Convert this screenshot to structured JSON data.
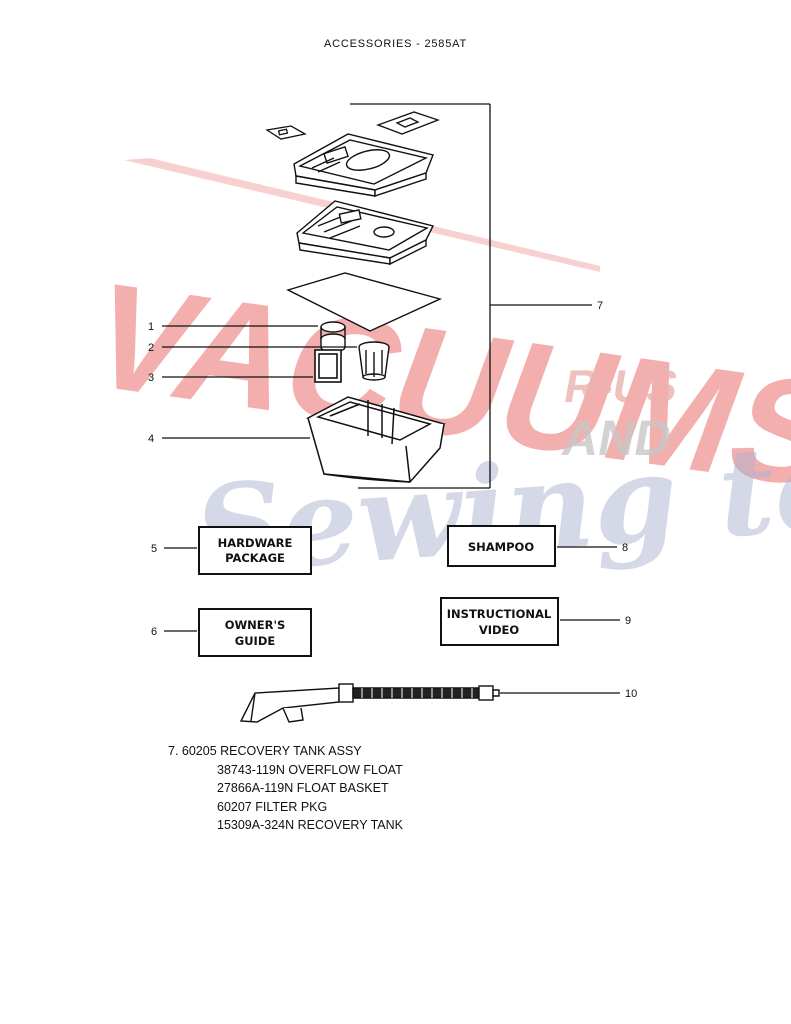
{
  "page": {
    "title": "ACCESSORIES - 2585AT"
  },
  "watermark": {
    "line1": "VACUUMS",
    "line2": "R-US",
    "line3": "AND",
    "line4": "Sewing too",
    "red": "#e4554f",
    "grey": "#b9b9b9",
    "blue": "#9ba3c8"
  },
  "callouts": [
    "1",
    "2",
    "3",
    "4",
    "5",
    "6",
    "7",
    "8",
    "9",
    "10"
  ],
  "boxes": {
    "hardware": [
      "HARDWARE",
      "PACKAGE"
    ],
    "owners_guide": [
      "OWNER'S",
      "GUIDE"
    ],
    "shampoo": [
      "SHAMPOO"
    ],
    "video": [
      "INSTRUCTIONAL",
      "VIDEO"
    ]
  },
  "parts_list": {
    "header": "7. 60205 RECOVERY TANK ASSY",
    "items": [
      "38743-119N OVERFLOW FLOAT",
      "27866A-119N FLOAT BASKET",
      "60207 FILTER PKG",
      "15309A-324N RECOVERY TANK"
    ]
  }
}
